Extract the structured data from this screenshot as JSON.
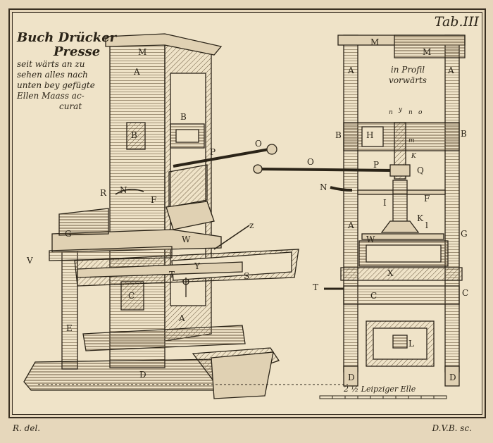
{
  "plate": {
    "tab_label": "Tab.III",
    "title_line1": "Buch Drücker",
    "title_line2": "Presse",
    "title_line3": "seit wärts an zu",
    "title_line4": "sehen alles nach",
    "title_line5": "unten bey gefügte",
    "title_line6": "Ellen Maass ac-",
    "title_line7": "curat",
    "profile_line1": "in Profil",
    "profile_line2": "vorwärts",
    "scale_label": "2 ½ Leipziger Elle",
    "credit_left": "R. del.",
    "credit_right": "D.V.B. sc."
  },
  "side_view_labels": {
    "M": "M",
    "A_top": "A",
    "B_post": "B",
    "B_box": "B",
    "P": "P",
    "O": "O",
    "R": "R",
    "N": "N",
    "F": "F",
    "G": "G",
    "V": "V",
    "W": "W",
    "Z": "z",
    "T": "T",
    "Y": "Y",
    "S": "S",
    "C": "C",
    "A_low": "A",
    "E": "E",
    "D": "D"
  },
  "front_view_labels": {
    "M_left": "M",
    "M_right": "M",
    "A_left": "A",
    "A_right": "A",
    "B_left": "B",
    "B_right": "B",
    "H": "H",
    "n1": "n",
    "y": "y",
    "n2": "n",
    "o": "o",
    "m": "m",
    "K_top": "K",
    "O": "O",
    "P": "P",
    "Q": "Q",
    "N": "N",
    "F": "F",
    "I": "I",
    "K": "K",
    "l": "l",
    "A_mid": "A",
    "G": "G",
    "W": "W",
    "T": "T",
    "X": "X",
    "C_mid": "C",
    "C_right": "C",
    "L": "L",
    "D_left": "D",
    "D_right": "D"
  },
  "colors": {
    "paper": "#efe3c8",
    "ink": "#2b2418",
    "hatch": "#6b5a40"
  }
}
